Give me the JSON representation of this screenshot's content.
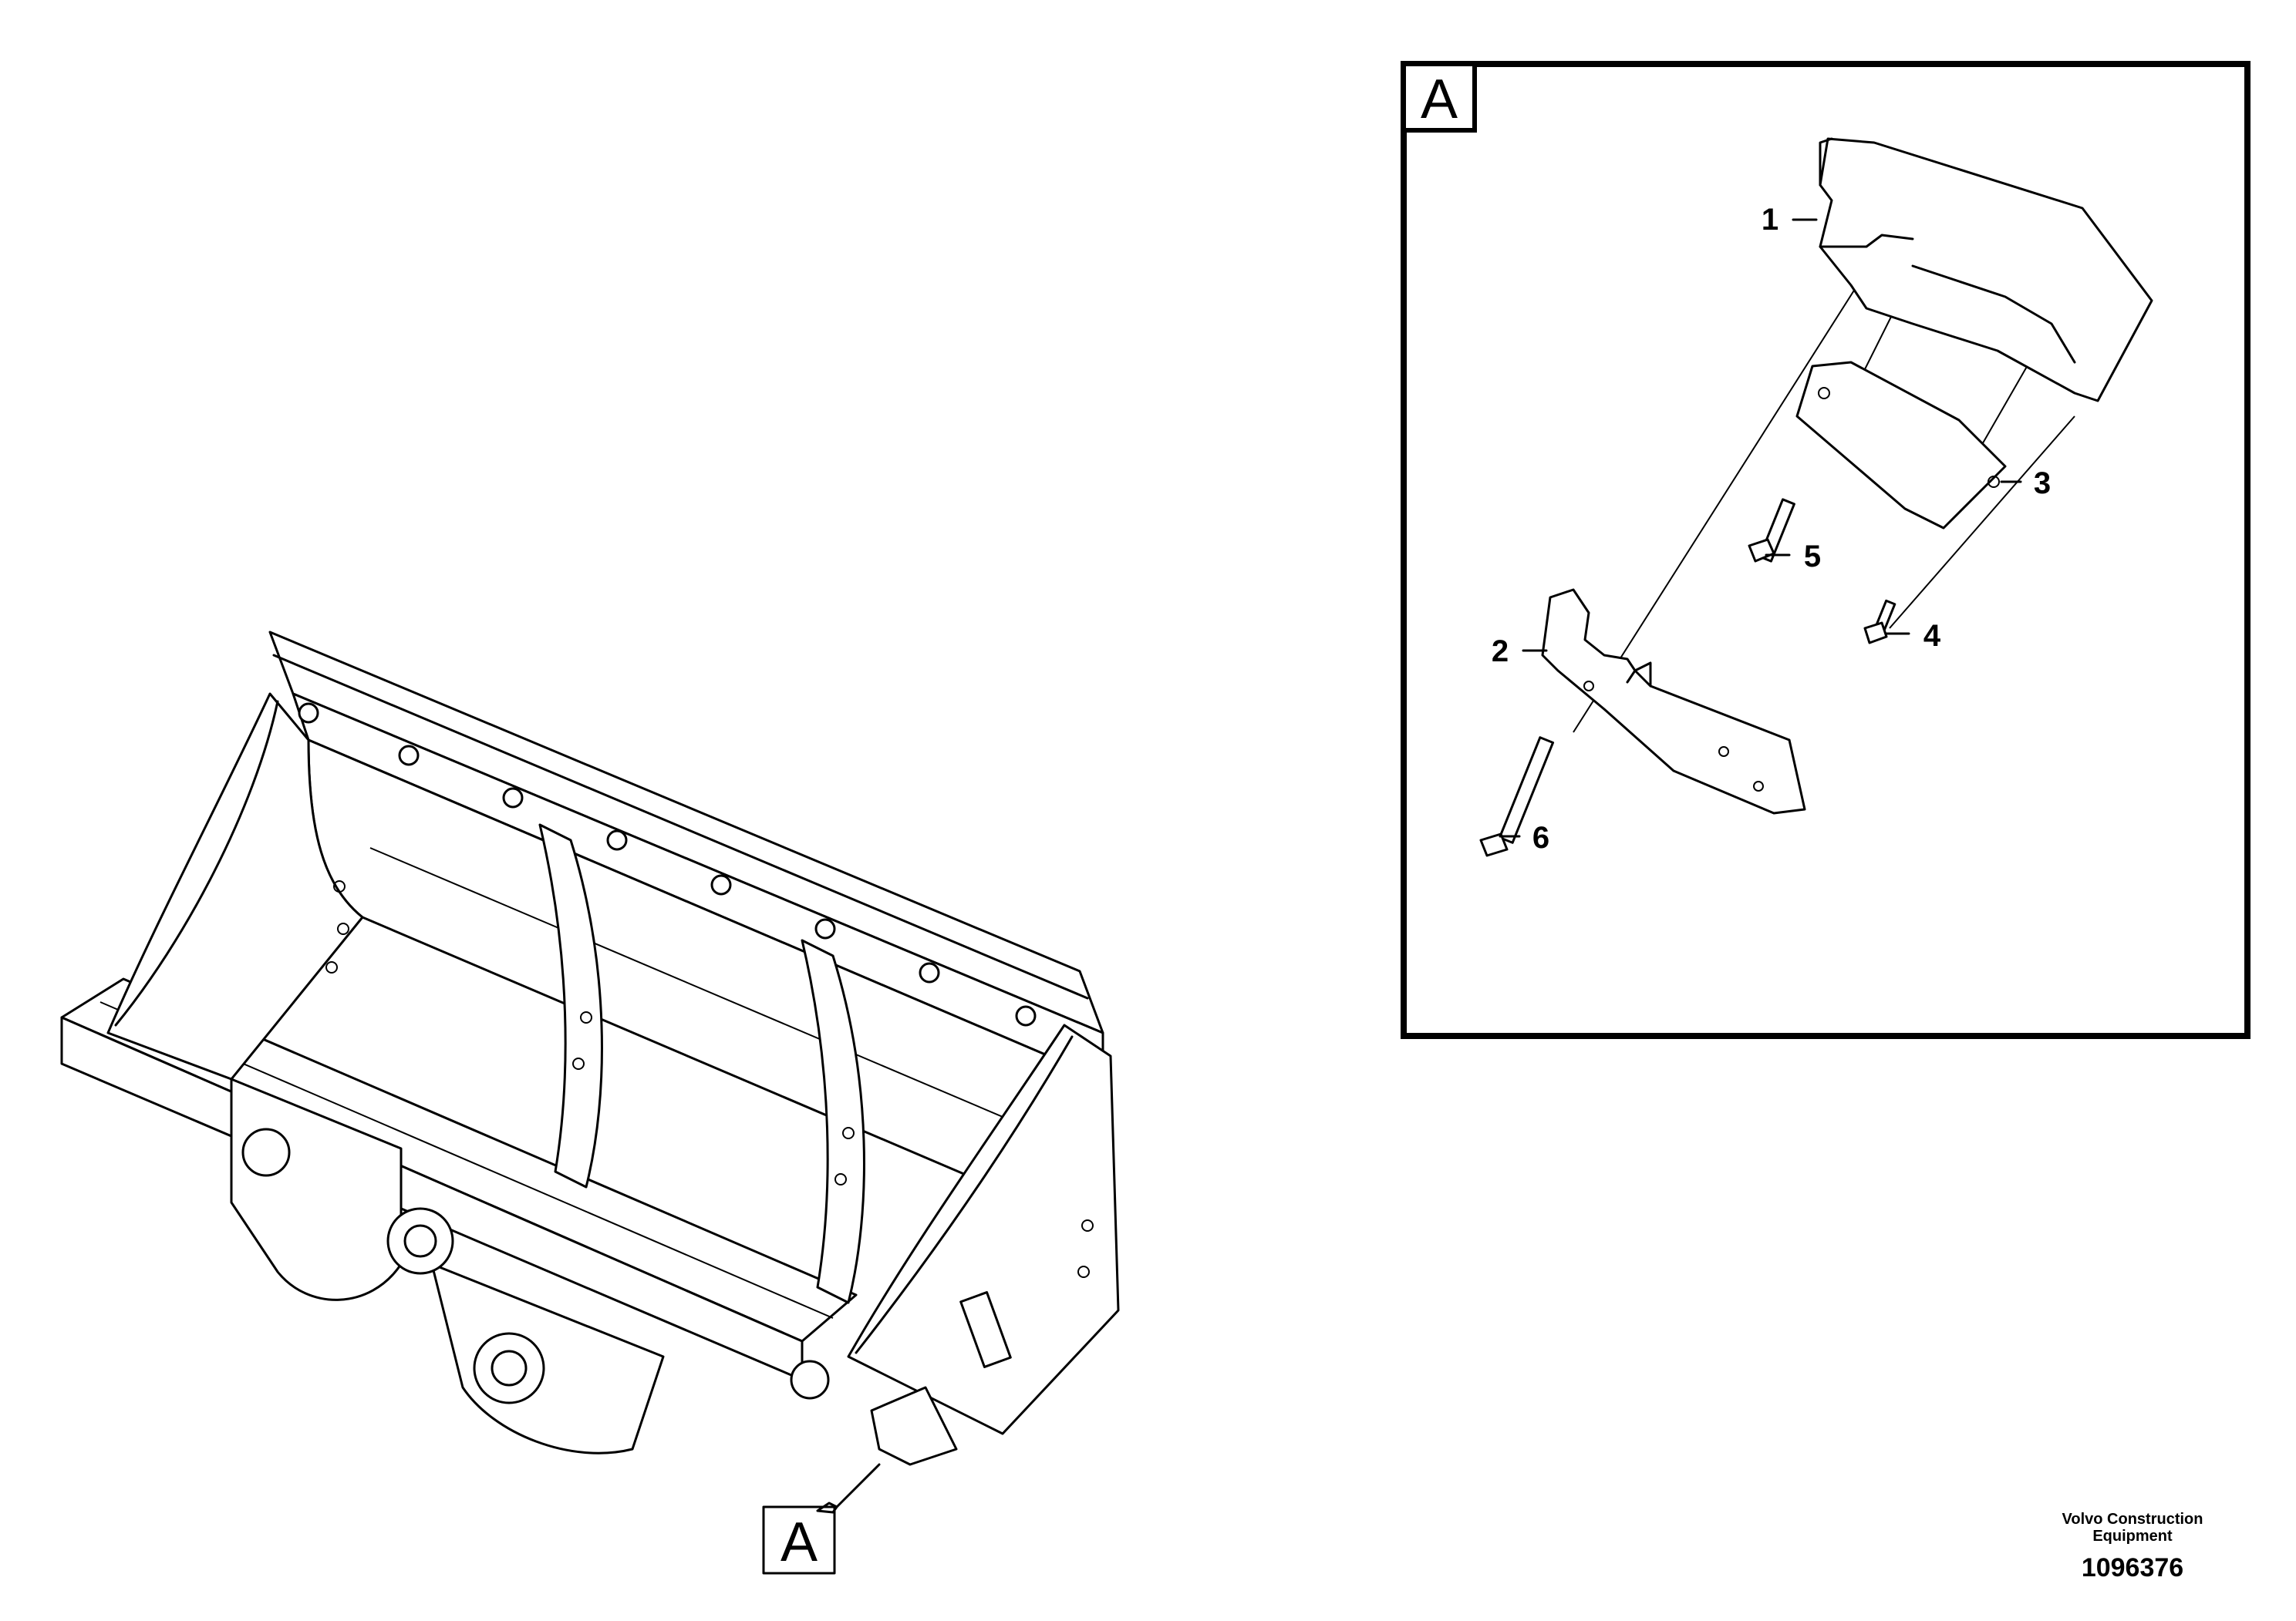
{
  "detail_marker": {
    "letter": "A"
  },
  "detail_view": {
    "frame_letter": "A",
    "callouts": [
      {
        "number": "1"
      },
      {
        "number": "2"
      },
      {
        "number": "3"
      },
      {
        "number": "4"
      },
      {
        "number": "5"
      },
      {
        "number": "6"
      }
    ]
  },
  "credit": {
    "company": "Volvo Construction Equipment",
    "document_number": "1096376"
  }
}
